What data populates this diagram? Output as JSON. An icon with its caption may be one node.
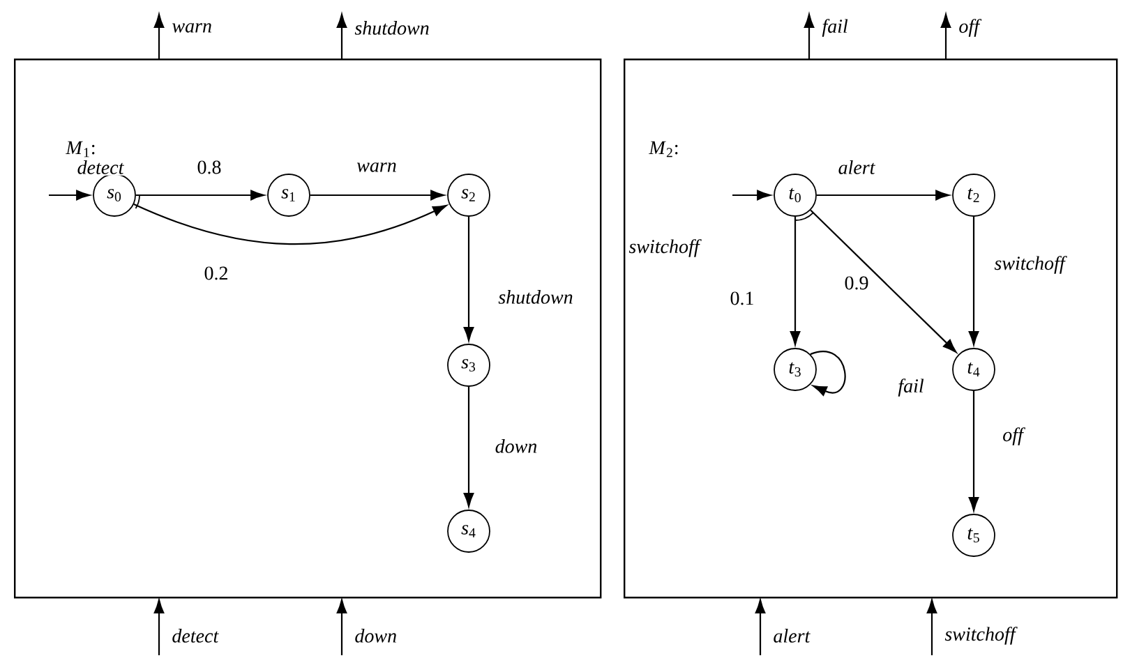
{
  "diagram": {
    "nodes": [
      {
        "text": [
          "*M*$_{1}$:"
        ]
      },
      {
        "text": [
          "*s*$_{0}$"
        ],
        "in": 0
      },
      {
        "text": [
          "*s*$_{1}$"
        ],
        "in": 0
      },
      {
        "text": [
          "*s*$_{2}$"
        ],
        "in": 0
      },
      {
        "text": [
          "*s*$_{3}$"
        ],
        "in": 0
      },
      {
        "text": [
          "*s*$_{4}$"
        ],
        "in": 0
      },
      {
        "text": [
          "*M*$_{2}$:"
        ]
      },
      {
        "text": [
          "*t*$_{0}$"
        ],
        "in": 6
      },
      {
        "text": [
          "*t*$_{2}$"
        ],
        "in": 6
      },
      {
        "text": [
          "*t*$_{3}$"
        ],
        "in": 6
      },
      {
        "text": [
          "*t*$_{4}$"
        ],
        "in": 6
      },
      {
        "text": [
          "*t*$_{5}$"
        ],
        "in": 6
      }
    ],
    "edges": [
      {
        "from": null,
        "to": 1,
        "arrow": "to"
      },
      {
        "from": 1,
        "to": 2,
        "arrow": "to",
        "label": "0.8"
      },
      {
        "from": 1,
        "to": 3,
        "arrow": "to",
        "label": "0.2"
      },
      {
        "from": 2,
        "to": 3,
        "arrow": "to",
        "label": "warn"
      },
      {
        "from": 3,
        "to": 4,
        "arrow": "to",
        "label": "shutdown"
      },
      {
        "from": 4,
        "to": 5,
        "arrow": "to",
        "label": "down"
      },
      {
        "from": 0,
        "to": null,
        "arrow": "to",
        "label": "warn"
      },
      {
        "from": 0,
        "to": null,
        "arrow": "to",
        "label": "shutdown"
      },
      {
        "from": null,
        "to": 0,
        "arrow": "to",
        "label": "detect"
      },
      {
        "from": null,
        "to": 0,
        "arrow": "to",
        "label": "down"
      },
      {
        "from": null,
        "to": 7,
        "arrow": "to"
      },
      {
        "from": 7,
        "to": 8,
        "arrow": "to",
        "label": "alert"
      },
      {
        "from": 7,
        "to": 9,
        "arrow": "to",
        "label": "0.1"
      },
      {
        "from": 7,
        "to": 10,
        "arrow": "to",
        "label": "0.9"
      },
      {
        "from": 8,
        "to": 10,
        "arrow": "to",
        "label": "switchoff"
      },
      {
        "from": 9,
        "to": 9,
        "arrow": "to",
        "label": "fail"
      },
      {
        "from": 10,
        "to": 11,
        "arrow": "to",
        "label": "off"
      },
      {
        "from": 6,
        "to": null,
        "arrow": "to",
        "label": "fail"
      },
      {
        "from": 6,
        "to": null,
        "arrow": "to",
        "label": "off"
      },
      {
        "from": null,
        "to": 6,
        "arrow": "to",
        "label": "alert"
      },
      {
        "from": null,
        "to": 6,
        "arrow": "to",
        "label": "switchoff"
      }
    ],
    "labels": [
      "detect",
      "switchoff"
    ]
  }
}
